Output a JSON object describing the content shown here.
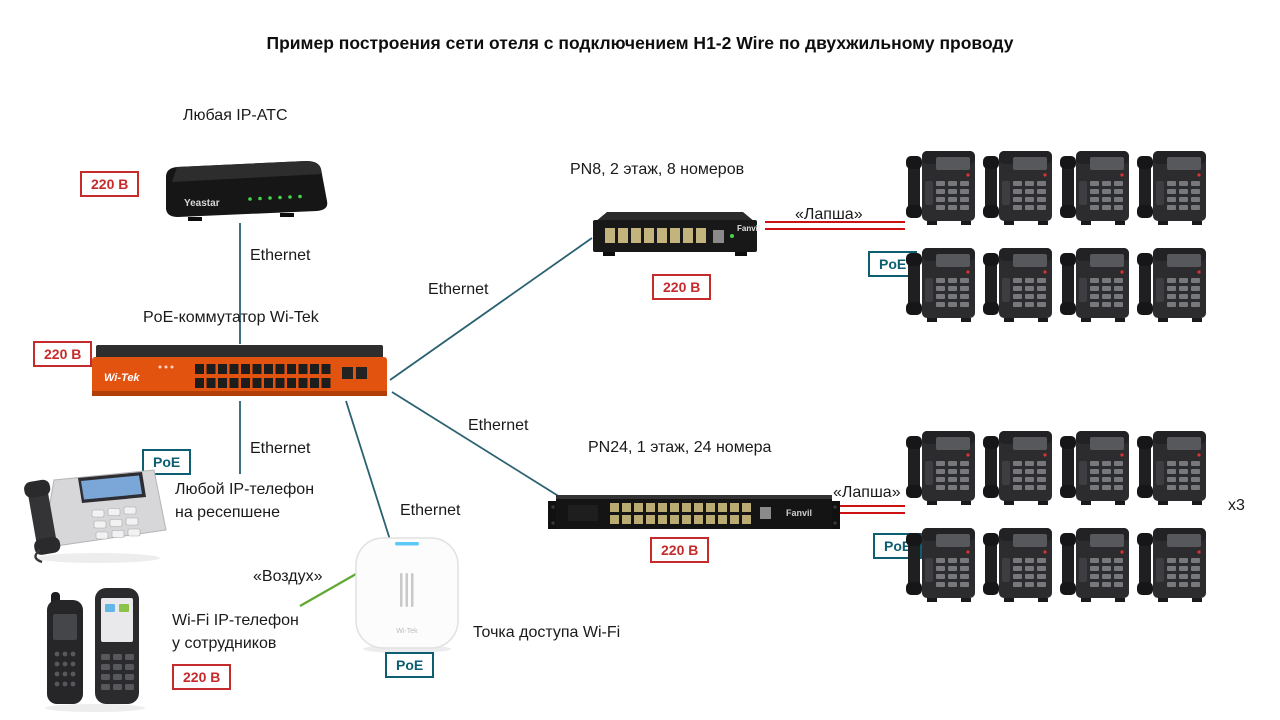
{
  "title": "Пример построения сети отеля с подключением H1-2 Wire по двухжильному проводу",
  "labels": {
    "ethernet": "Ethernet",
    "lapsha": "«Лапша»",
    "vozduh": "«Воздух»",
    "power": "220 В",
    "poe": "PoE",
    "multiplier": "x3"
  },
  "devices": {
    "pbx": {
      "title": "Любая IP-АТС",
      "brand": "Yeastar"
    },
    "core_switch": {
      "title": "PoE-коммутатор Wi-Tek",
      "brand": "Wi-Tek"
    },
    "pn8": {
      "title": "PN8, 2 этаж, 8 номеров",
      "brand": "Fanvil"
    },
    "pn24": {
      "title": "PN24, 1 этаж, 24 номера",
      "brand": "Fanvil"
    },
    "reception_phone": {
      "line1": "Любой IP-телефон",
      "line2": "на ресепшене"
    },
    "wifi_phone": {
      "line1": "Wi-Fi IP-телефон",
      "line2": "у сотрудников"
    },
    "access_point": {
      "title": "Точка доступа Wi-Fi",
      "brand": "Wi-Tek"
    }
  },
  "colors": {
    "wire": "#2a6171",
    "power_red": "#c62b2b",
    "poe_teal": "#0c5e70",
    "lapsha_red": "#cc1111",
    "vozduh_green": "#5fa832",
    "switch_orange": "#e35310"
  }
}
